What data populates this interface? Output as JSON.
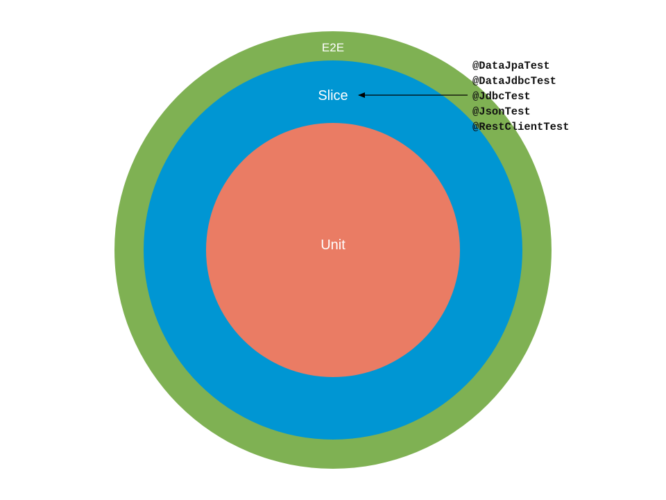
{
  "diagram": {
    "rings": [
      {
        "id": "e2e",
        "label": "E2E",
        "color": "#7fb153"
      },
      {
        "id": "slice",
        "label": "Slice",
        "color": "#0096d3"
      },
      {
        "id": "unit",
        "label": "Unit",
        "color": "#ea7c64"
      }
    ],
    "annotation": {
      "items": [
        "@DataJpaTest",
        "@DataJdbcTest",
        "@JdbcTest",
        "@JsonTest",
        "@RestClientTest"
      ],
      "arrow_color": "#000000"
    }
  }
}
